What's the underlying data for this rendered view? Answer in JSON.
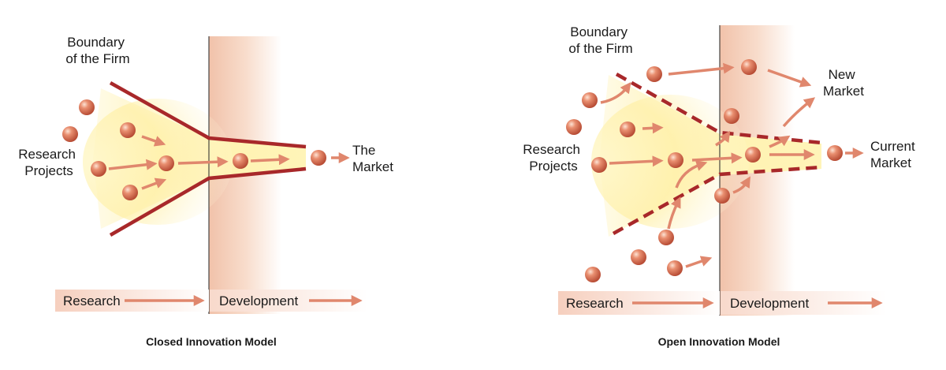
{
  "closed": {
    "boundary_label": [
      "Boundary",
      "of the Firm"
    ],
    "research_projects_label": [
      "Research",
      "Projects"
    ],
    "market_label": [
      "The",
      "Market"
    ],
    "research_phase": "Research",
    "development_phase": "Development",
    "caption": "Closed Innovation Model"
  },
  "open": {
    "boundary_label": [
      "Boundary",
      "of the Firm"
    ],
    "research_projects_label": [
      "Research",
      "Projects"
    ],
    "new_market_label": [
      "New",
      "Market"
    ],
    "current_market_label": [
      "Current",
      "Market"
    ],
    "research_phase": "Research",
    "development_phase": "Development",
    "caption": "Open Innovation Model"
  },
  "colors": {
    "funnel_line": "#a8282a",
    "arrow": "#e0876d",
    "ball": "#d9694c",
    "dev_band": "#f4cdb8",
    "glow": "#fff3b0"
  }
}
